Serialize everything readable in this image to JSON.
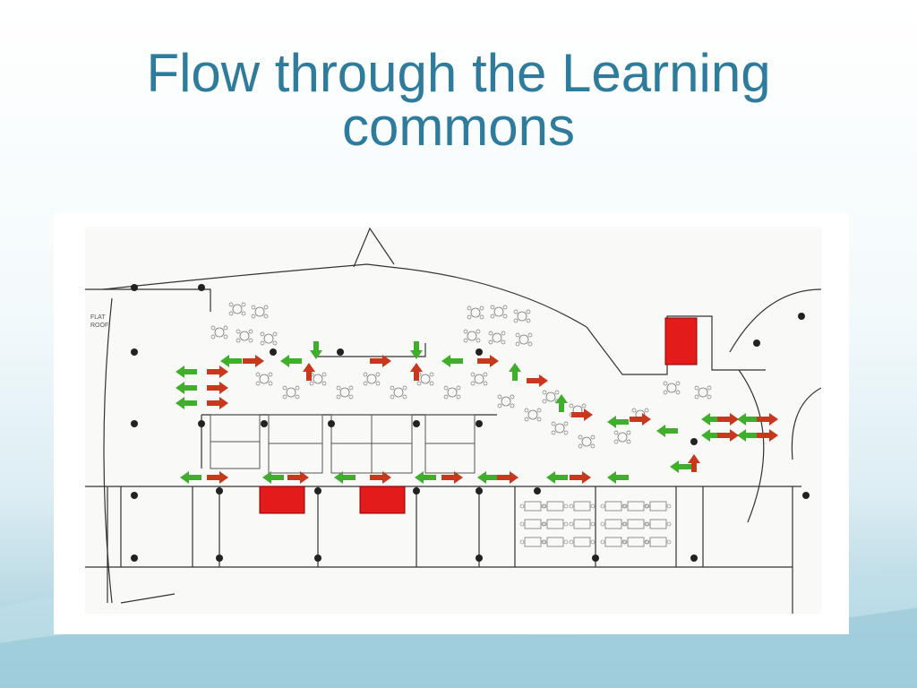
{
  "slide": {
    "title_line1": "Flow through the Learning",
    "title_line2": "commons"
  },
  "colors": {
    "title": "#2e7b9c",
    "arrow_green": "#3fae2a",
    "arrow_red": "#c7381c",
    "room_red": "#e31b1b",
    "wall": "#333333"
  },
  "floorplan": {
    "labels": {
      "flat_roof_1": "FLAT",
      "flat_roof_2": "ROOF"
    }
  }
}
